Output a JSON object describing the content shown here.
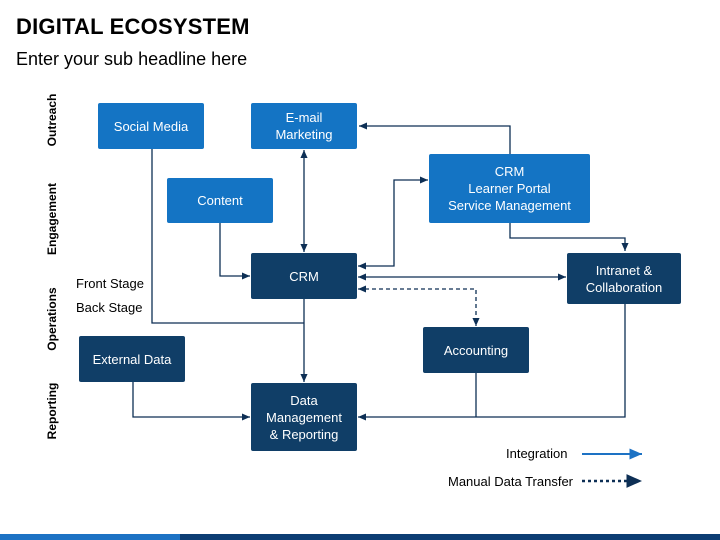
{
  "title": "DIGITAL ECOSYSTEM",
  "subtitle": "Enter your sub headline here",
  "rows": {
    "outreach": "Outreach",
    "engagement": "Engagement",
    "operations": "Operations",
    "reporting": "Reporting"
  },
  "stages": {
    "front": "Front Stage",
    "back": "Back Stage"
  },
  "nodes": {
    "social_media": "Social Media",
    "email_marketing": "E-mail\nMarketing",
    "content": "Content",
    "crm_portal": "CRM\nLearner Portal\nService Management",
    "crm": "CRM",
    "intranet": "Intranet &\nCollaboration",
    "accounting": "Accounting",
    "external_data": "External Data",
    "data_management": "Data\nManagement\n& Reporting"
  },
  "legend": {
    "integration": "Integration",
    "manual": "Manual Data Transfer"
  },
  "colors": {
    "light_box": "#1474c4",
    "dark_box": "#103e67",
    "connector": "#0d2f55",
    "legend_integration": "#1d72c4"
  }
}
